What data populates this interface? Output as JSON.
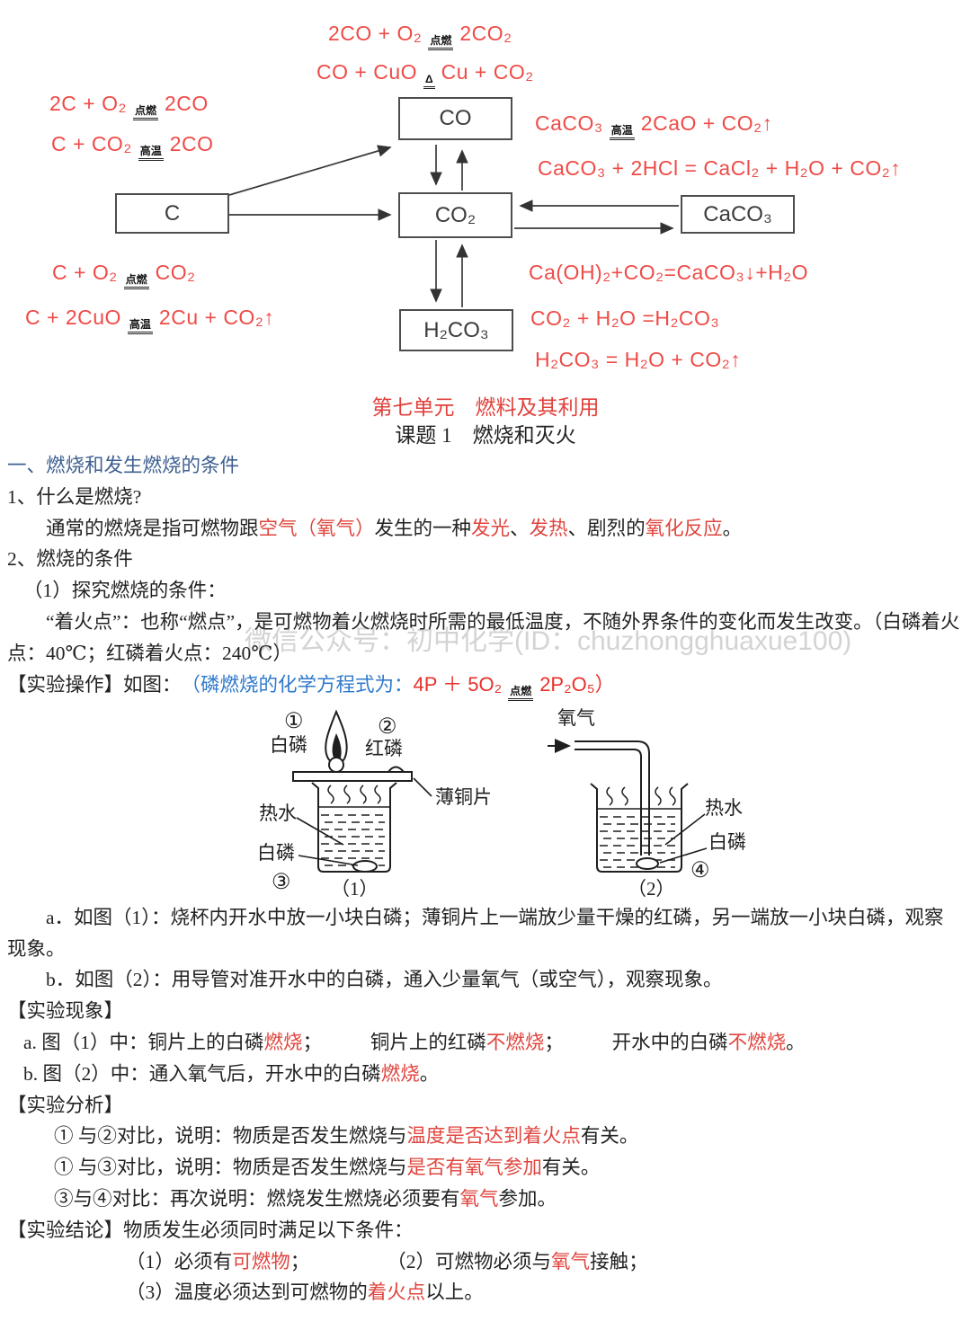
{
  "colors": {
    "equation_red": "#ee4b47",
    "title_red": "#e0413c",
    "emphasis_red": "#e0453e",
    "heading_blue": "#3f6091",
    "formula_blue": "#2f79cc",
    "box_border": "#4d4d4d"
  },
  "diagram": {
    "boxes": [
      {
        "label": "C"
      },
      {
        "label": "CO"
      },
      {
        "label": "CO₂"
      },
      {
        "label": "CaCO₃"
      },
      {
        "label": "H₂CO₃"
      }
    ],
    "equations": [
      {
        "pre": "2CO + O₂",
        "cond": "点燃",
        "post": "2CO₂"
      },
      {
        "pre": "CO + CuO",
        "cond": "Δ",
        "post": "Cu + CO₂"
      },
      {
        "pre": "2C + O₂",
        "cond": "点燃",
        "post": "2CO"
      },
      {
        "pre": "C + CO₂",
        "cond": "高温",
        "post": "2CO"
      },
      {
        "pre": "CaCO₃",
        "cond": "高温",
        "post": "2CaO + CO₂↑"
      },
      {
        "pre": "CaCO₃ + 2HCl = CaCl₂ + H₂O + CO₂↑",
        "cond": "",
        "post": ""
      },
      {
        "pre": "C + O₂",
        "cond": "点燃",
        "post": "CO₂"
      },
      {
        "pre": "C + 2CuO",
        "cond": "高温",
        "post": "2Cu + CO₂↑"
      },
      {
        "pre": "Ca(OH)₂+CO₂=CaCO₃↓+H₂O",
        "cond": "",
        "post": ""
      },
      {
        "pre": "CO₂ + H₂O =H₂CO₃",
        "cond": "",
        "post": ""
      },
      {
        "pre": "H₂CO₃ = H₂O  +  CO₂↑",
        "cond": "",
        "post": ""
      }
    ]
  },
  "titles": {
    "unit": "第七单元　燃料及其利用",
    "topic": "课题 1　燃烧和灭火"
  },
  "sec": {
    "heading": "一、燃烧和发生燃烧的条件",
    "q1": "1、什么是燃烧?",
    "def": {
      "s0": "通常的燃烧是指可燃物跟",
      "s1": "空气（氧气）",
      "s2": "发生的一种",
      "s3": "发光",
      "s4": "、",
      "s5": "发热",
      "s6": "、剧烈的",
      "s7": "氧化反应",
      "s8": "。"
    },
    "q2": "2、燃烧的条件",
    "explore": "（1）探究燃烧的条件：",
    "firepoint": "“着火点”：也称“燃点”，是可燃物着火燃烧时所需的最低温度，不随外界条件的变化而发生改变。（白磷着火点：40℃；红磷着火点：240℃）",
    "op": {
      "s0": "【实验操作】如图：",
      "s1": "　（",
      "s2": "磷燃烧的化学方程式为：",
      "s3": "4P ＋ 5O₂",
      "cond": "点燃",
      "s4": "2P₂O₅",
      "s5": "）"
    }
  },
  "figure": {
    "l_num1": "①",
    "l_wp_top": "白磷",
    "l_num2": "②",
    "l_rp": "红磷",
    "l_cu": "薄铜片",
    "l_hw": "热水",
    "l_wp_bottom": "白磷",
    "l_num3": "③",
    "l_cap1": "（1）",
    "r_o2": "氧气",
    "r_hw": "热水",
    "r_wp": "白磷",
    "r_num4": "④",
    "r_cap2": "（2）"
  },
  "steps": {
    "a": "a．如图（1）：烧杯内开水中放一小块白磷；薄铜片上一端放少量干燥的红磷，另一端放一小块白磷，观察现象。",
    "b": "b．如图（2）：用导管对准开水中的白磷，通入少量氧气（或空气），观察现象。"
  },
  "phen": {
    "head": "【实验现象】",
    "a": {
      "s0": "a. 图（1）中：铜片上的白磷",
      "s1": "燃烧",
      "s2": "；　　　铜片上的红磷",
      "s3": "不燃烧",
      "s4": "；　　　开水中的白磷",
      "s5": "不燃烧",
      "s6": "。"
    },
    "b": {
      "s0": "b. 图（2）中：通入氧气后，开水中的白磷",
      "s1": "燃烧",
      "s2": "。"
    }
  },
  "ana": {
    "head": "【实验分析】",
    "l1": {
      "s0": "① 与②对比，说明：物质是否发生燃烧与",
      "s1": "温度是否达到着火点",
      "s2": "有关。"
    },
    "l2": {
      "s0": "① 与③对比，说明：物质是否发生燃烧与",
      "s1": "是否有氧气参加",
      "s2": "有关。"
    },
    "l3": {
      "s0": "③与④对比：再次说明：燃烧发生燃烧必须要有",
      "s1": "氧气",
      "s2": "参加。"
    }
  },
  "conc": {
    "head": "【实验结论】物质发生必须同时满足以下条件：",
    "l1": {
      "s0": "（1）必须有",
      "s1": "可燃物",
      "s2": "；　　　　　（2）可燃物必须与",
      "s3": "氧气",
      "s4": "接触；"
    },
    "l2": {
      "s0": "（3）温度必须达到可燃物的",
      "s1": "着火点",
      "s2": "以上。"
    }
  },
  "watermark": "微信公众号：初中化学(ID：chuzhongghuaxue100)"
}
